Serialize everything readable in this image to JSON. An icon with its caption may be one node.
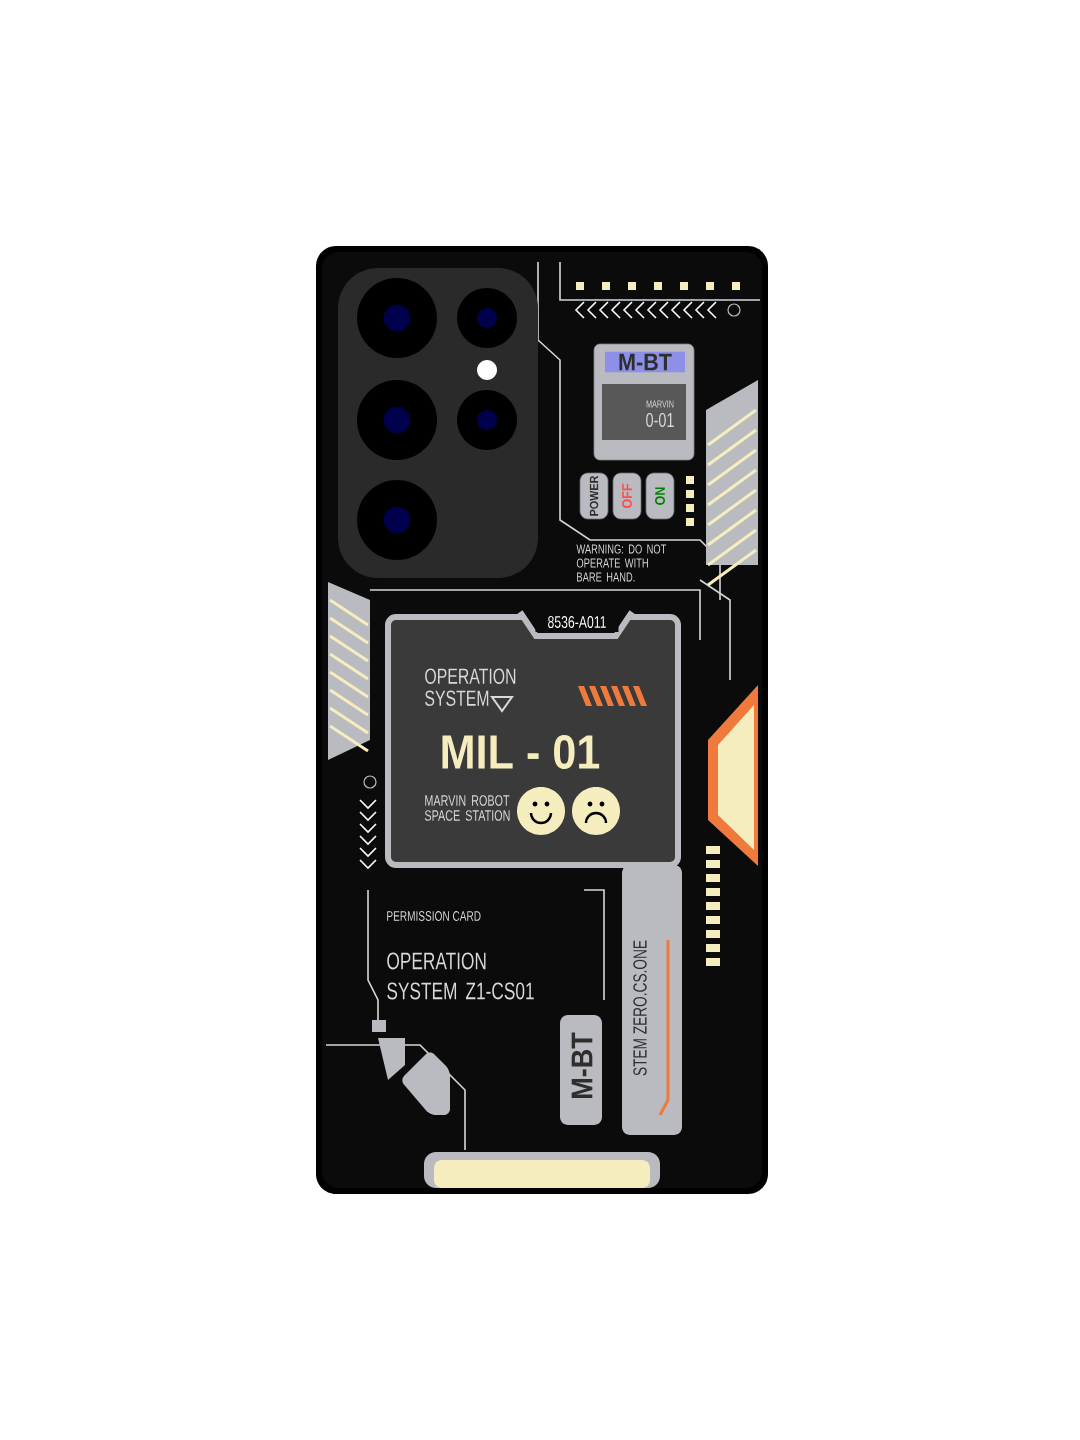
{
  "diagram": {
    "nodes": [
      {
        "text": [
          "M-BT",
          "MARVIN",
          "0-01"
        ]
      },
      {
        "text": [
          "POWER"
        ]
      },
      {
        "text": [
          "OFF"
        ]
      },
      {
        "text": [
          "ON"
        ]
      },
      {
        "text": [
          "8536-A011",
          "OPERATION SYSTEM",
          "MIL - 01",
          "MARVIN ROBOT SPACE STATION"
        ]
      },
      {
        "text": [
          "M-BT"
        ]
      },
      {
        "text": [
          "STEM ZERO.CS.ONE"
        ]
      }
    ],
    "labels": [
      "WARNING: DO NOT OPERATE WITH BARE HAND.",
      "PERMISSION CARD",
      "OPERATION SYSTEM Z1-CS01"
    ]
  }
}
